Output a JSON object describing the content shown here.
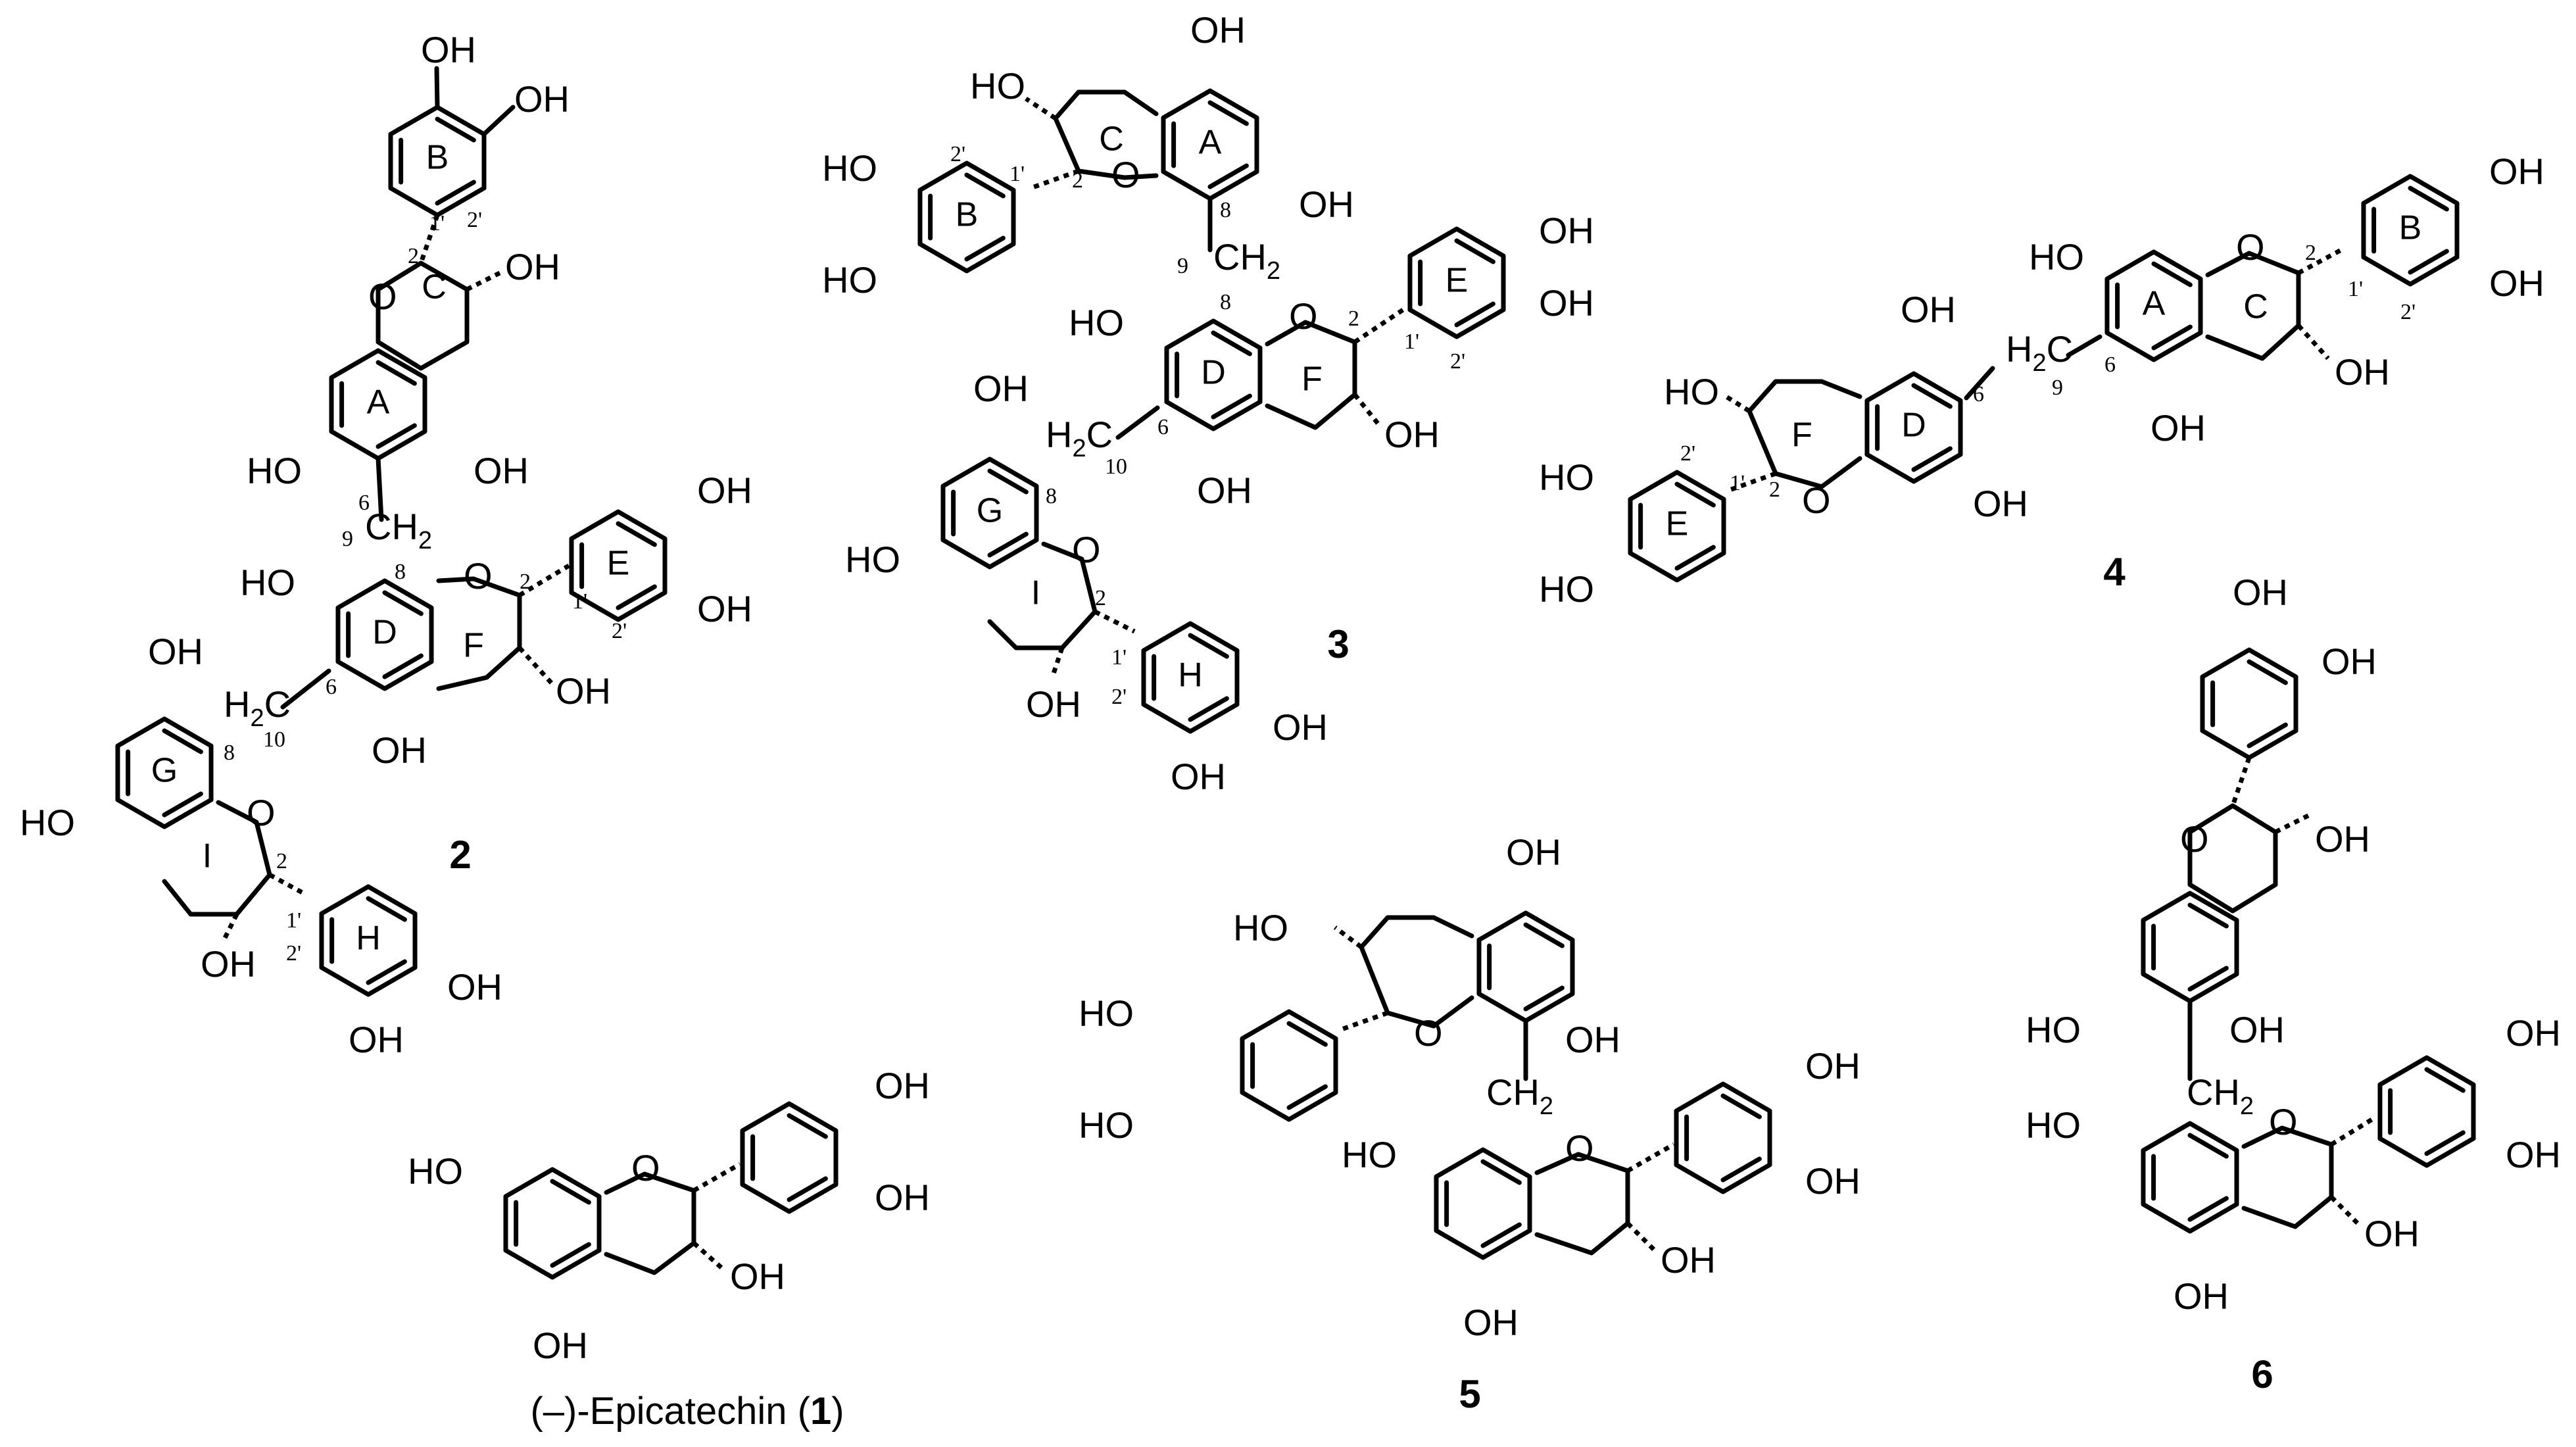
{
  "figure": {
    "atoms": {
      "oh": "OH",
      "ho": "HO",
      "o": "O",
      "ch2": "CH",
      "h2c": "H",
      "ch2_sub": "2",
      "c_suffix": "C"
    },
    "rings": {
      "a": "A",
      "b": "B",
      "c": "C",
      "d": "D",
      "e": "E",
      "f": "F",
      "g": "G",
      "h": "H",
      "i": "I"
    },
    "numbers": {
      "n1p": "1'",
      "n2p": "2'",
      "n2": "2",
      "n6": "6",
      "n8": "8",
      "n9": "9",
      "n10": "10"
    },
    "compounds": {
      "c1_prefix": "(–)-Epicatechin (",
      "c1_id": "1",
      "c1_suffix": ")",
      "c2": "2",
      "c3": "3",
      "c4": "4",
      "c5": "5",
      "c6": "6"
    }
  }
}
